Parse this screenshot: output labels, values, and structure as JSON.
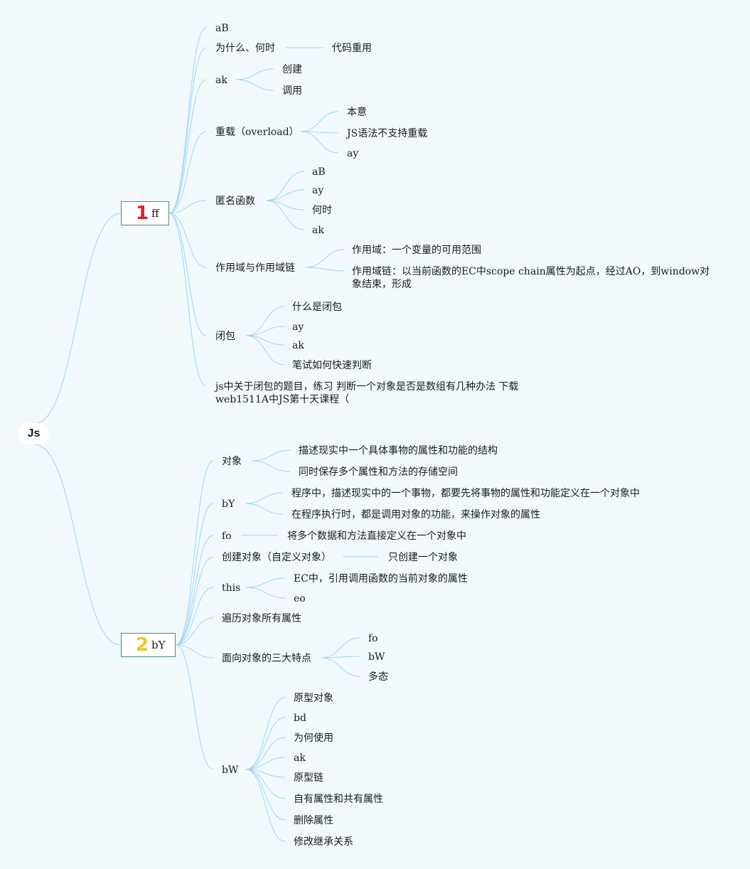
{
  "root": "Js",
  "branch1": {
    "badge": "1",
    "label": "ff",
    "items": {
      "ab": "aB",
      "why": "为什么、何时",
      "code_reuse": "代码重用",
      "ak": "ak",
      "create": "创建",
      "call": "调用",
      "overload": "重载（overload）",
      "intent": "本意",
      "not_supported": "JS语法不支持重载",
      "ay": "ay",
      "anon": "匿名函数",
      "anon_ab": "aB",
      "anon_ay": "ay",
      "anon_when": "何时",
      "anon_ak": "ak",
      "scope": "作用域与作用域链",
      "scope_def": "作用域：一个变量的可用范围",
      "chain_def": "作用域链：以当前函数的EC中scope chain属性为起点，经过AO，到window对象结束，形成",
      "closure": "闭包",
      "what_closure": "什么是闭包",
      "closure_ay": "ay",
      "closure_ak": "ak",
      "quick_judge": "笔试如何快速判断",
      "exercise": "js中关于闭包的题目，练习 判断一个对象是否是数组有几种办法 下载web1511A中JS第十天课程（"
    }
  },
  "branch2": {
    "badge": "2",
    "label": "bY",
    "items": {
      "object": "对象",
      "obj_desc1": "描述现实中一个具体事物的属性和功能的结构",
      "obj_desc2": "同时保存多个属性和方法的存储空间",
      "by": "bY",
      "by_desc1": "程序中，描述现实中的一个事物，都要先将事物的属性和功能定义在一个对象中",
      "by_desc2": "在程序执行时，都是调用对象的功能，来操作对象的属性",
      "fo": "fo",
      "fo_desc": "将多个数据和方法直接定义在一个对象中",
      "create_obj": "创建对象（自定义对象）",
      "create_one": "只创建一个对象",
      "this": "this",
      "this_desc": "EC中，引用调用函数的当前对象的属性",
      "eo": "eo",
      "traverse": "遍历对象所有属性",
      "three": "面向对象的三大特点",
      "three_fo": "fo",
      "three_bw": "bW",
      "poly": "多态",
      "bw": "bW",
      "proto_obj": "原型对象",
      "bd": "bd",
      "why_use": "为何使用",
      "bw_ak": "ak",
      "proto_chain": "原型链",
      "own_shared": "自有属性和共有属性",
      "delete_prop": "删除属性",
      "modify_inherit": "修改继承关系"
    }
  }
}
